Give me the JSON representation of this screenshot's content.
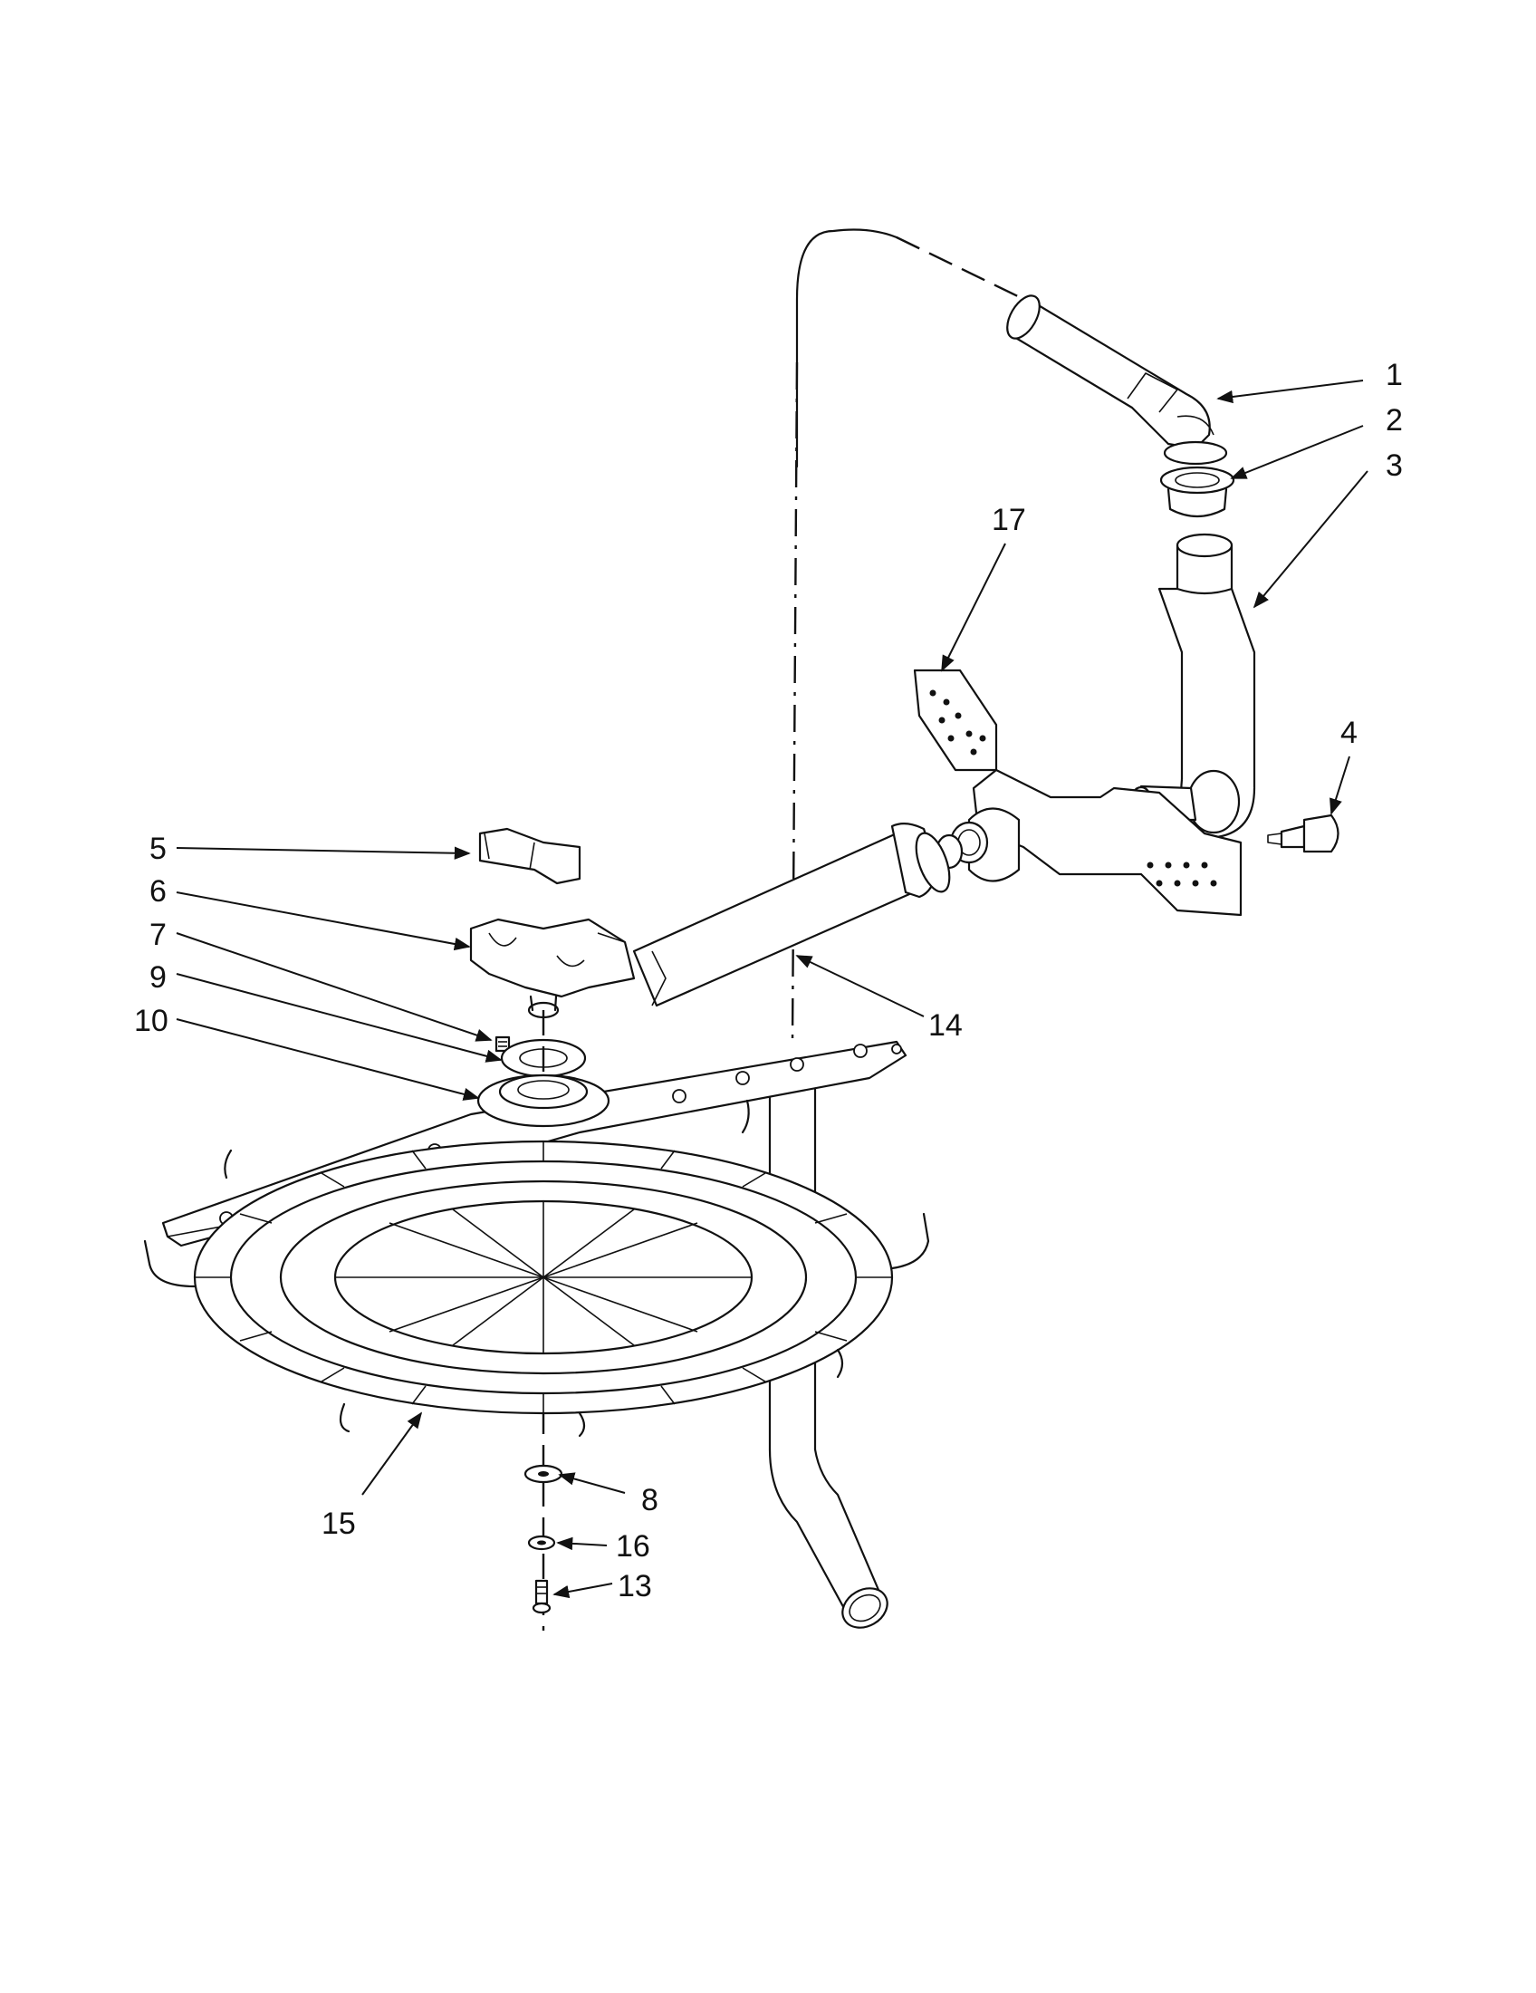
{
  "callouts": {
    "c1": "1",
    "c2": "2",
    "c3": "3",
    "c4": "4",
    "c5": "5",
    "c6": "6",
    "c7": "7",
    "c8": "8",
    "c9": "9",
    "c10": "10",
    "c13": "13",
    "c14": "14",
    "c15": "15",
    "c16": "16",
    "c17": "17"
  }
}
